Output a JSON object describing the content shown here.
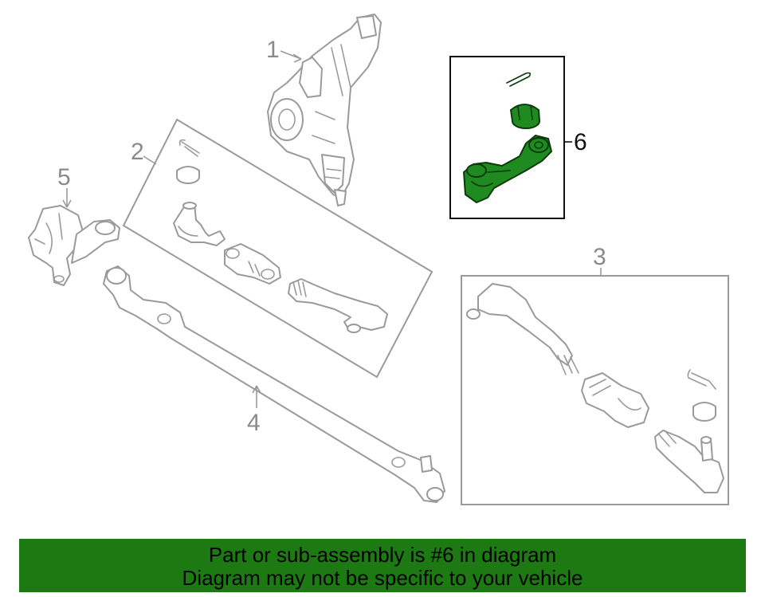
{
  "diagram": {
    "callouts": {
      "c1": "1",
      "c2": "2",
      "c3": "3",
      "c4": "4",
      "c5": "5",
      "c6": "6"
    },
    "highlight_color": "#1f8a1f",
    "highlighted_part": "6"
  },
  "banner": {
    "line1": "Part or sub-assembly is #6 in diagram",
    "line2": "Diagram may not be specific to your vehicle",
    "background": "#1d7a12"
  }
}
